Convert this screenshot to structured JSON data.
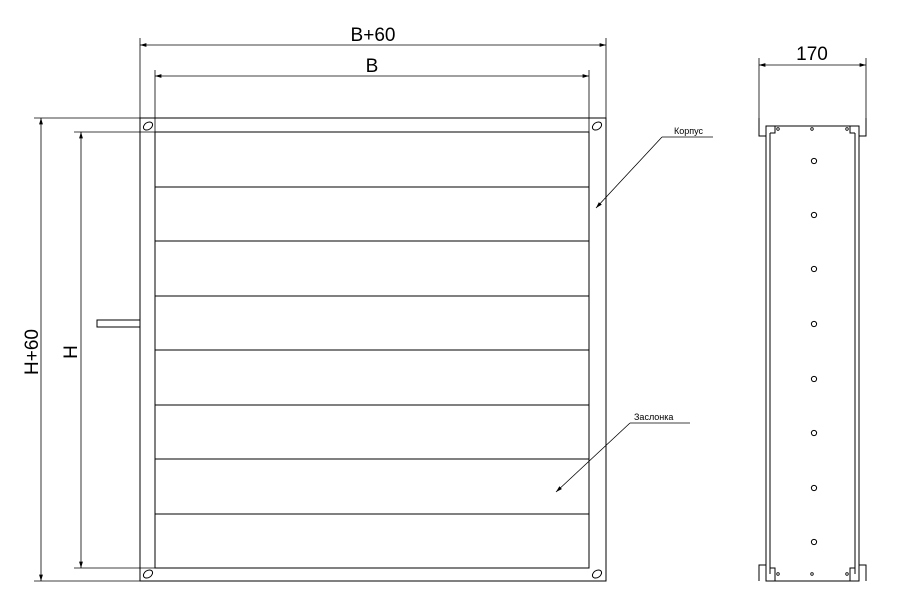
{
  "dimensions": {
    "outer_width": "B+60",
    "inner_width": "B",
    "outer_height": "H+60",
    "inner_height": "H",
    "depth": "170"
  },
  "callouts": {
    "housing": "Корпус",
    "blade": "Заслонка"
  }
}
